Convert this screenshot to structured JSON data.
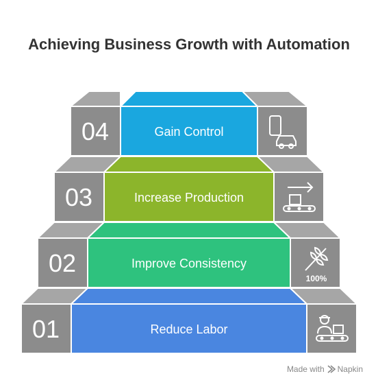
{
  "title": "Achieving Business Growth with Automation",
  "steps": [
    {
      "number": "04",
      "label": "Gain Control",
      "color": "#1aa7df",
      "top_color": "#1aa7df",
      "icon": "phone-car-icon"
    },
    {
      "number": "03",
      "label": "Increase Production",
      "color": "#8cb52b",
      "top_color": "#8cb52b",
      "icon": "conveyor-arrow-icon"
    },
    {
      "number": "02",
      "label": "Improve Consistency",
      "color": "#2ec27e",
      "top_color": "#2ec27e",
      "icon": "wheat-100-icon"
    },
    {
      "number": "01",
      "label": "Reduce Labor",
      "color": "#4a86e0",
      "top_color": "#4a86e0",
      "icon": "worker-conveyor-icon"
    }
  ],
  "side_color": "#8c8c8c",
  "side_top_color": "#a6a6a6",
  "footer": {
    "made_with": "Made with",
    "brand": "Napkin"
  }
}
